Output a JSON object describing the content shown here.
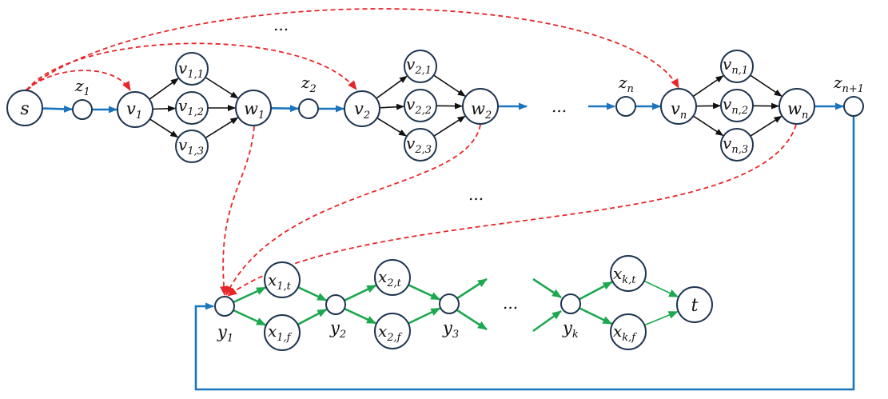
{
  "colors": {
    "node_stroke": "#1F3550",
    "black_edge": "#111111",
    "blue_edge": "#1B75BC",
    "green_edge": "#1CA84F",
    "red_dashed": "#E8262A"
  },
  "labels": {
    "s": "s",
    "t": "t",
    "z": "z",
    "v": "v",
    "w": "w",
    "y": "y",
    "x": "x",
    "idx_1": "1",
    "idx_2": "2",
    "idx_3": "3",
    "idx_n": "n",
    "idx_n1": "n+1",
    "idx_k": "k",
    "sub_11": "1,1",
    "sub_12": "1,2",
    "sub_13": "1,3",
    "sub_21": "2,1",
    "sub_22": "2,2",
    "sub_23": "2,3",
    "sub_n1": "n,1",
    "sub_n2": "n,2",
    "sub_n3": "n,3",
    "sub_1t": "1,t",
    "sub_1f": "1,f",
    "sub_2t": "2,t",
    "sub_2f": "2,f",
    "sub_kt": "k,t",
    "sub_kf": "k,f",
    "ellipsis": "..."
  }
}
